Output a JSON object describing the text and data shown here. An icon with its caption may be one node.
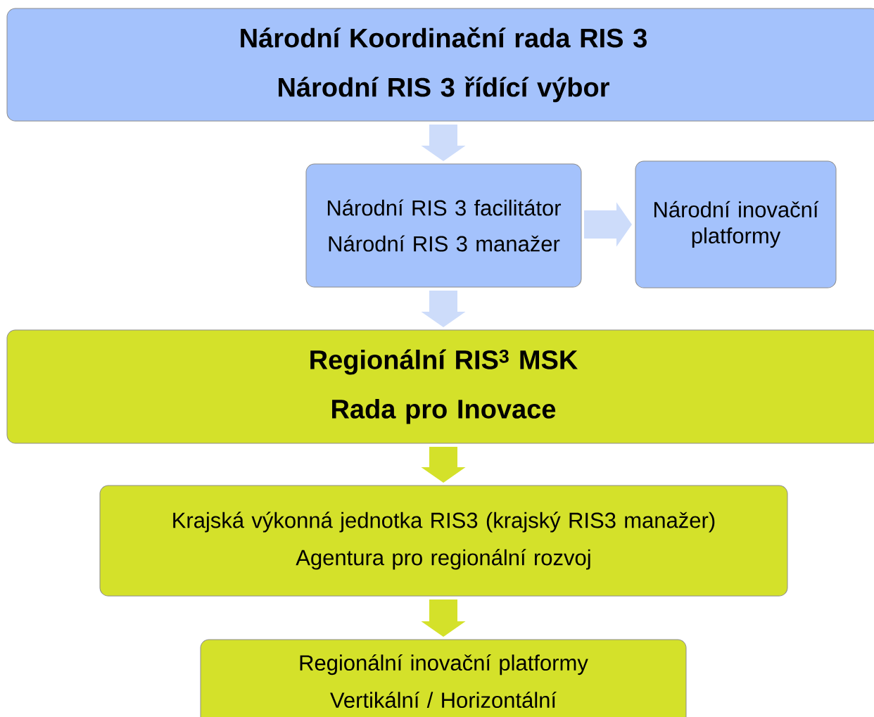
{
  "diagram": {
    "nodes": [
      {
        "text": [
          "Národní Koordinační rada RIS 3",
          "Národní RIS 3 řídící výbor"
        ]
      },
      {
        "text": [
          "Národní RIS 3 facilitátor",
          "Národní RIS 3 manažer"
        ]
      },
      {
        "text": [
          "Národní inovační platformy"
        ]
      },
      {
        "text": [
          "Regionální RIS$^{3}$ MSK",
          "Rada pro Inovace"
        ]
      },
      {
        "text": [
          "Krajská výkonná jednotka RIS3 (krajský RIS3 manažer)",
          "Agentura pro regionální rozvoj"
        ]
      },
      {
        "text": [
          "Regionální inovační platformy",
          "Vertikální / Horizontální"
        ]
      }
    ],
    "edges": [
      {
        "from": 0,
        "to": 1,
        "arrow": "to"
      },
      {
        "from": 1,
        "to": 2,
        "arrow": "to"
      },
      {
        "from": 1,
        "to": 3,
        "arrow": "to"
      },
      {
        "from": 3,
        "to": 4,
        "arrow": "to",
        "color": "#d4e12a"
      },
      {
        "from": 4,
        "to": 5,
        "arrow": "to",
        "color": "#d4e12a"
      }
    ]
  }
}
